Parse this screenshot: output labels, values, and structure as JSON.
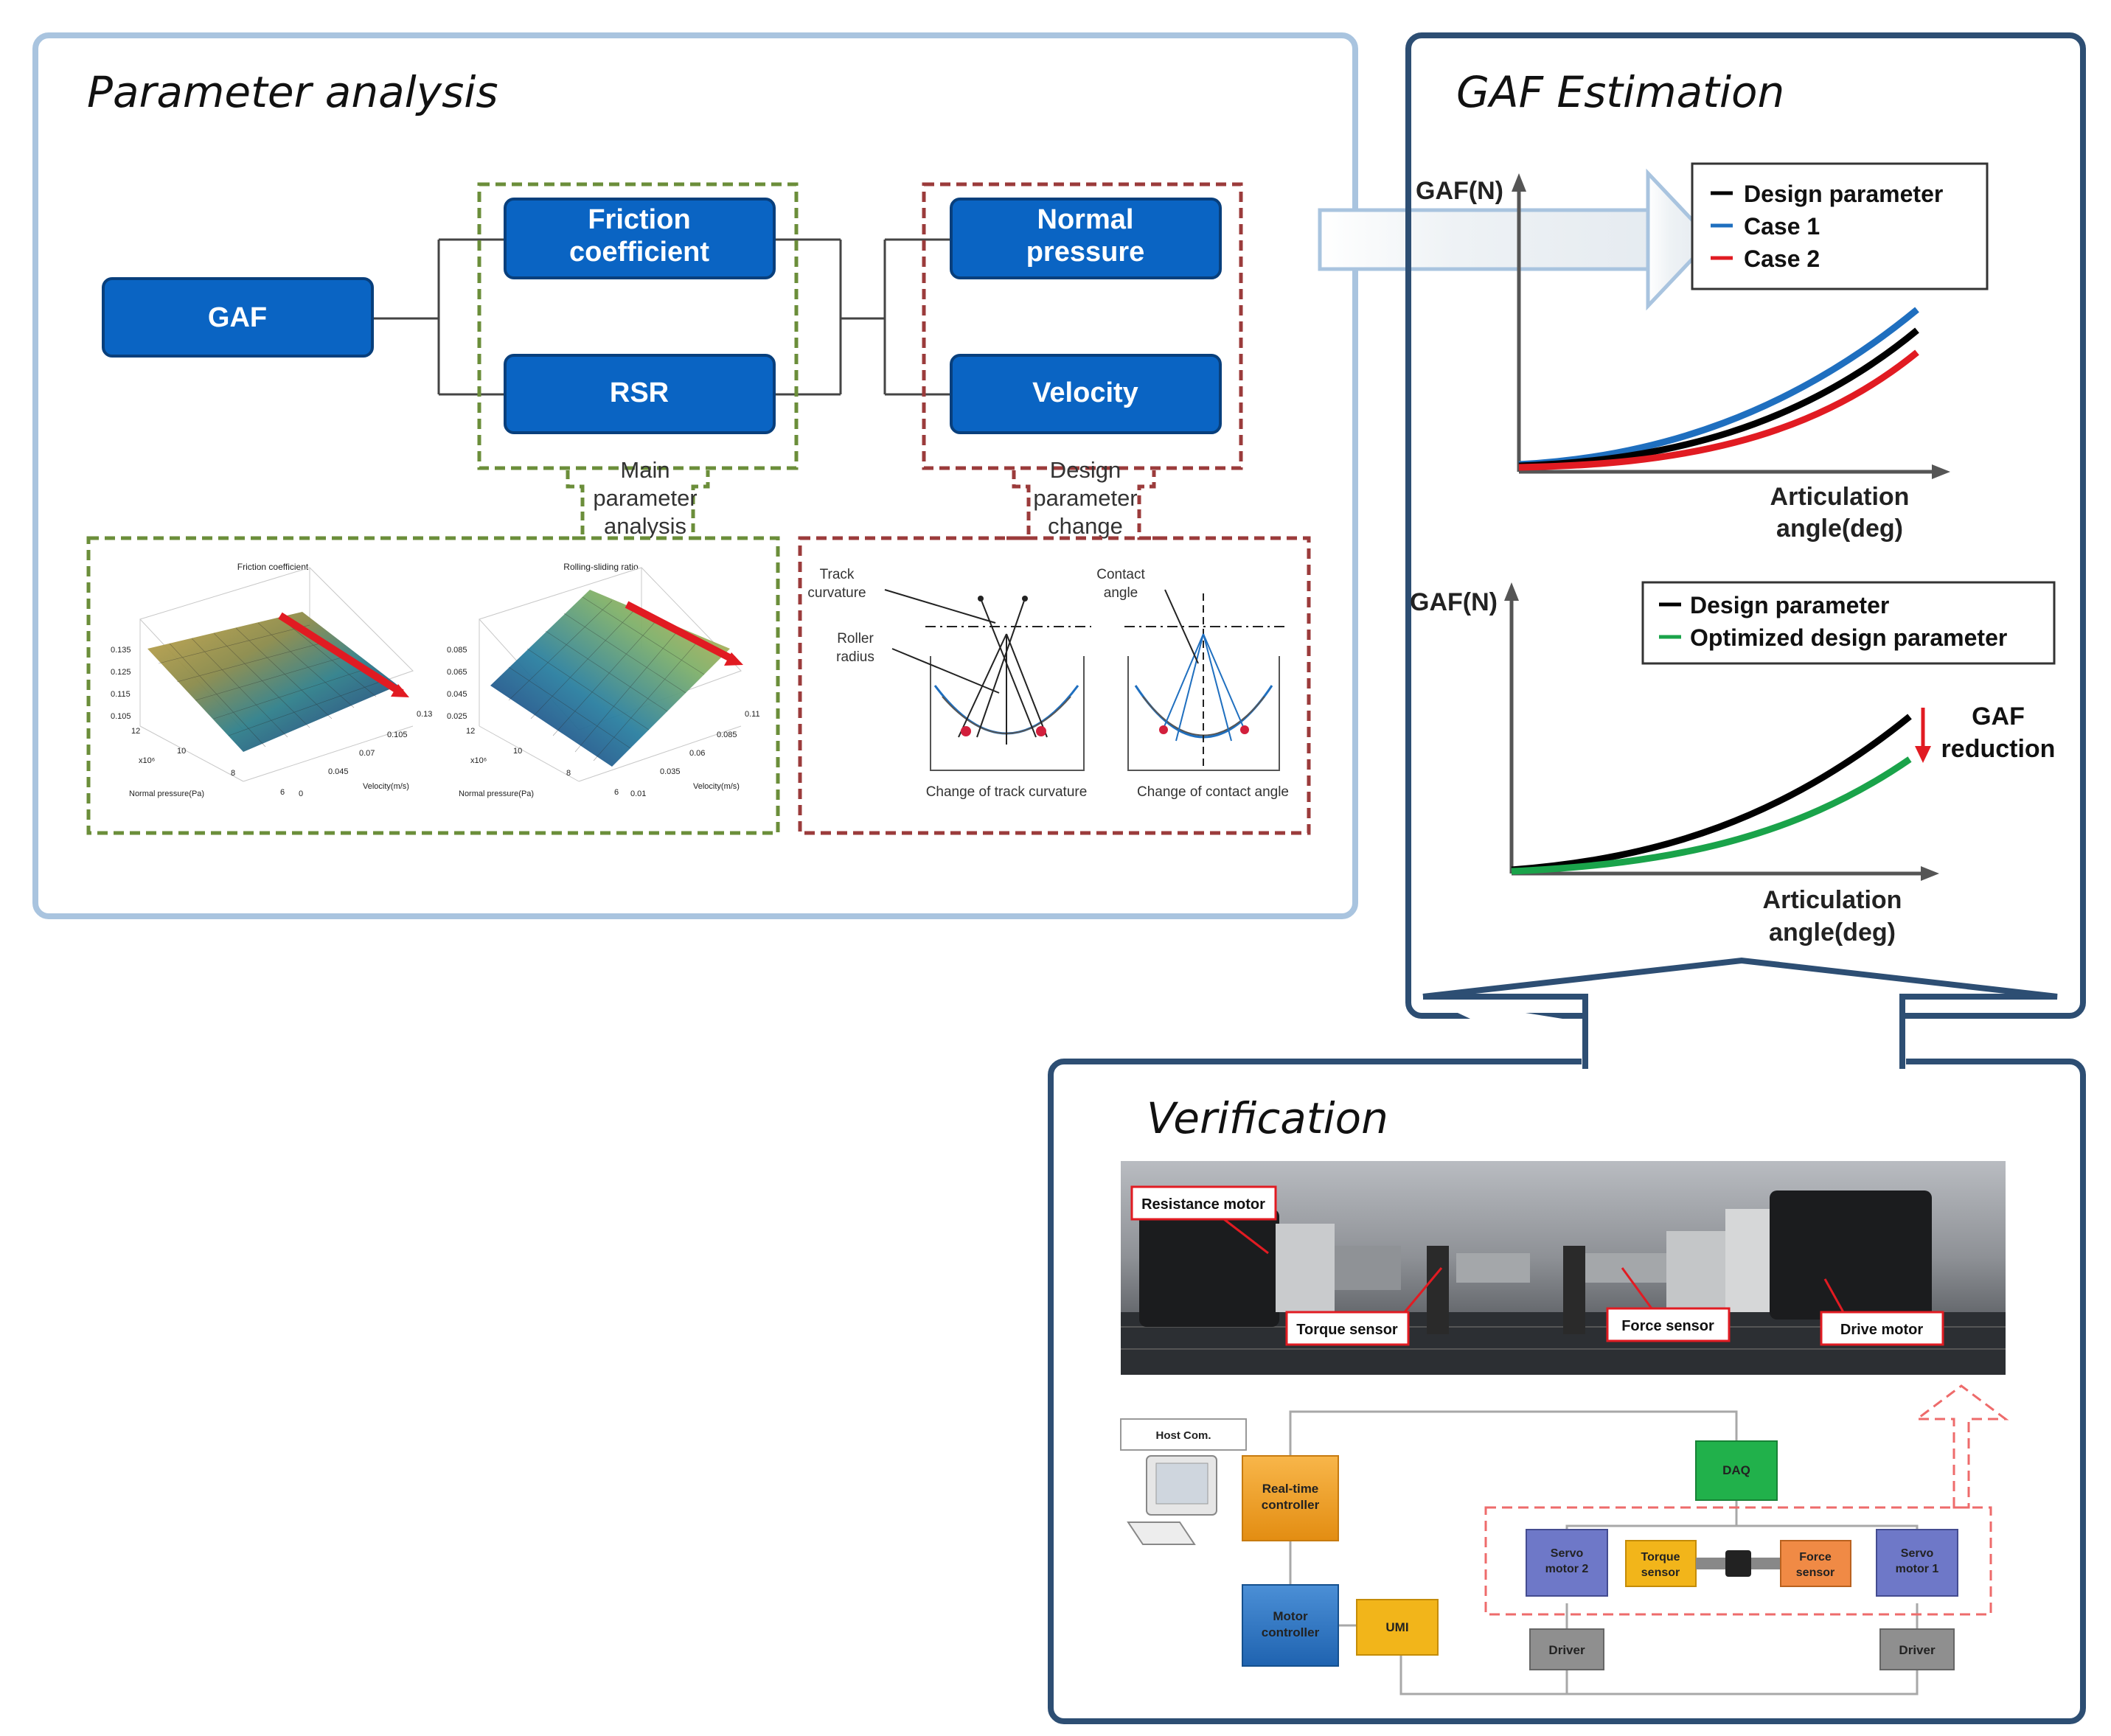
{
  "panels": {
    "parameter_analysis": {
      "title": "Parameter analysis"
    },
    "gaf_estimation": {
      "title": "GAF Estimation"
    },
    "verification": {
      "title": "Verification"
    }
  },
  "tree": {
    "root": "GAF",
    "main_params": [
      "Friction",
      "coefficient",
      "RSR"
    ],
    "design_params": [
      "Normal",
      "pressure",
      "Velocity"
    ],
    "main_caption": [
      "Main",
      "parameter",
      "analysis"
    ],
    "design_caption": [
      "Design",
      "parameter",
      "change"
    ]
  },
  "surface_plots": {
    "left": {
      "title": "Friction coefficient",
      "z_ticks": [
        "0.135",
        "0.125",
        "0.115",
        "0.105"
      ],
      "x_label": "Normal pressure(Pa)",
      "x_ticks": [
        "12",
        "10",
        "8",
        "6"
      ],
      "x_scale": "x10⁶",
      "y_label": "Velocity(m/s)",
      "y_ticks": [
        "0.13",
        "0.105",
        "0.07",
        "0.045",
        "0"
      ]
    },
    "right": {
      "title": "Rolling-sliding ratio",
      "z_ticks": [
        "0.085",
        "0.065",
        "0.045",
        "0.025"
      ],
      "x_label": "Normal pressure(Pa)",
      "x_ticks": [
        "12",
        "10",
        "8",
        "6"
      ],
      "x_scale": "x10⁶",
      "y_label": "Velocity(m/s)",
      "y_ticks": [
        "0.11",
        "0.085",
        "0.06",
        "0.035",
        "0.01"
      ]
    }
  },
  "geometry_sketch": {
    "labels": [
      "Track",
      "curvature",
      "Roller",
      "radius",
      "Contact",
      "angle"
    ],
    "captions": [
      "Change of track curvature",
      "Change of contact angle"
    ]
  },
  "gaf_chart_1": {
    "y_label": "GAF(N)",
    "x_label": [
      "Articulation",
      "angle(deg)"
    ],
    "legend": [
      "Design parameter",
      "Case 1",
      "Case 2"
    ],
    "colors": [
      "#000000",
      "#1f6fbf",
      "#e11b22"
    ]
  },
  "gaf_chart_2": {
    "y_label": "GAF(N)",
    "x_label": [
      "Articulation",
      "angle(deg)"
    ],
    "legend": [
      "Design parameter",
      "Optimized design parameter"
    ],
    "colors": [
      "#000000",
      "#1aa34a"
    ],
    "annotation": [
      "GAF",
      "reduction"
    ]
  },
  "photo_labels": [
    "Resistance motor",
    "Torque sensor",
    "Force sensor",
    "Drive motor"
  ],
  "block_diagram": {
    "host": "Host Com.",
    "rt_controller": [
      "Real-time",
      "controller"
    ],
    "motor_controller": [
      "Motor",
      "controller"
    ],
    "umi": "UMI",
    "daq": "DAQ",
    "servo2": [
      "Servo",
      "motor 2"
    ],
    "torque_sensor": [
      "Torque",
      "sensor"
    ],
    "force_sensor": [
      "Force",
      "sensor"
    ],
    "servo1": [
      "Servo",
      "motor 1"
    ],
    "driver": "Driver"
  },
  "colors": {
    "tree_box": "#0a64c3",
    "panel_light": "#a9c4df",
    "panel_dark": "#2d4e73",
    "green_dash": "#6b8e3a",
    "red_dash": "#9b3b3b",
    "arrow_red": "#e11b22"
  }
}
